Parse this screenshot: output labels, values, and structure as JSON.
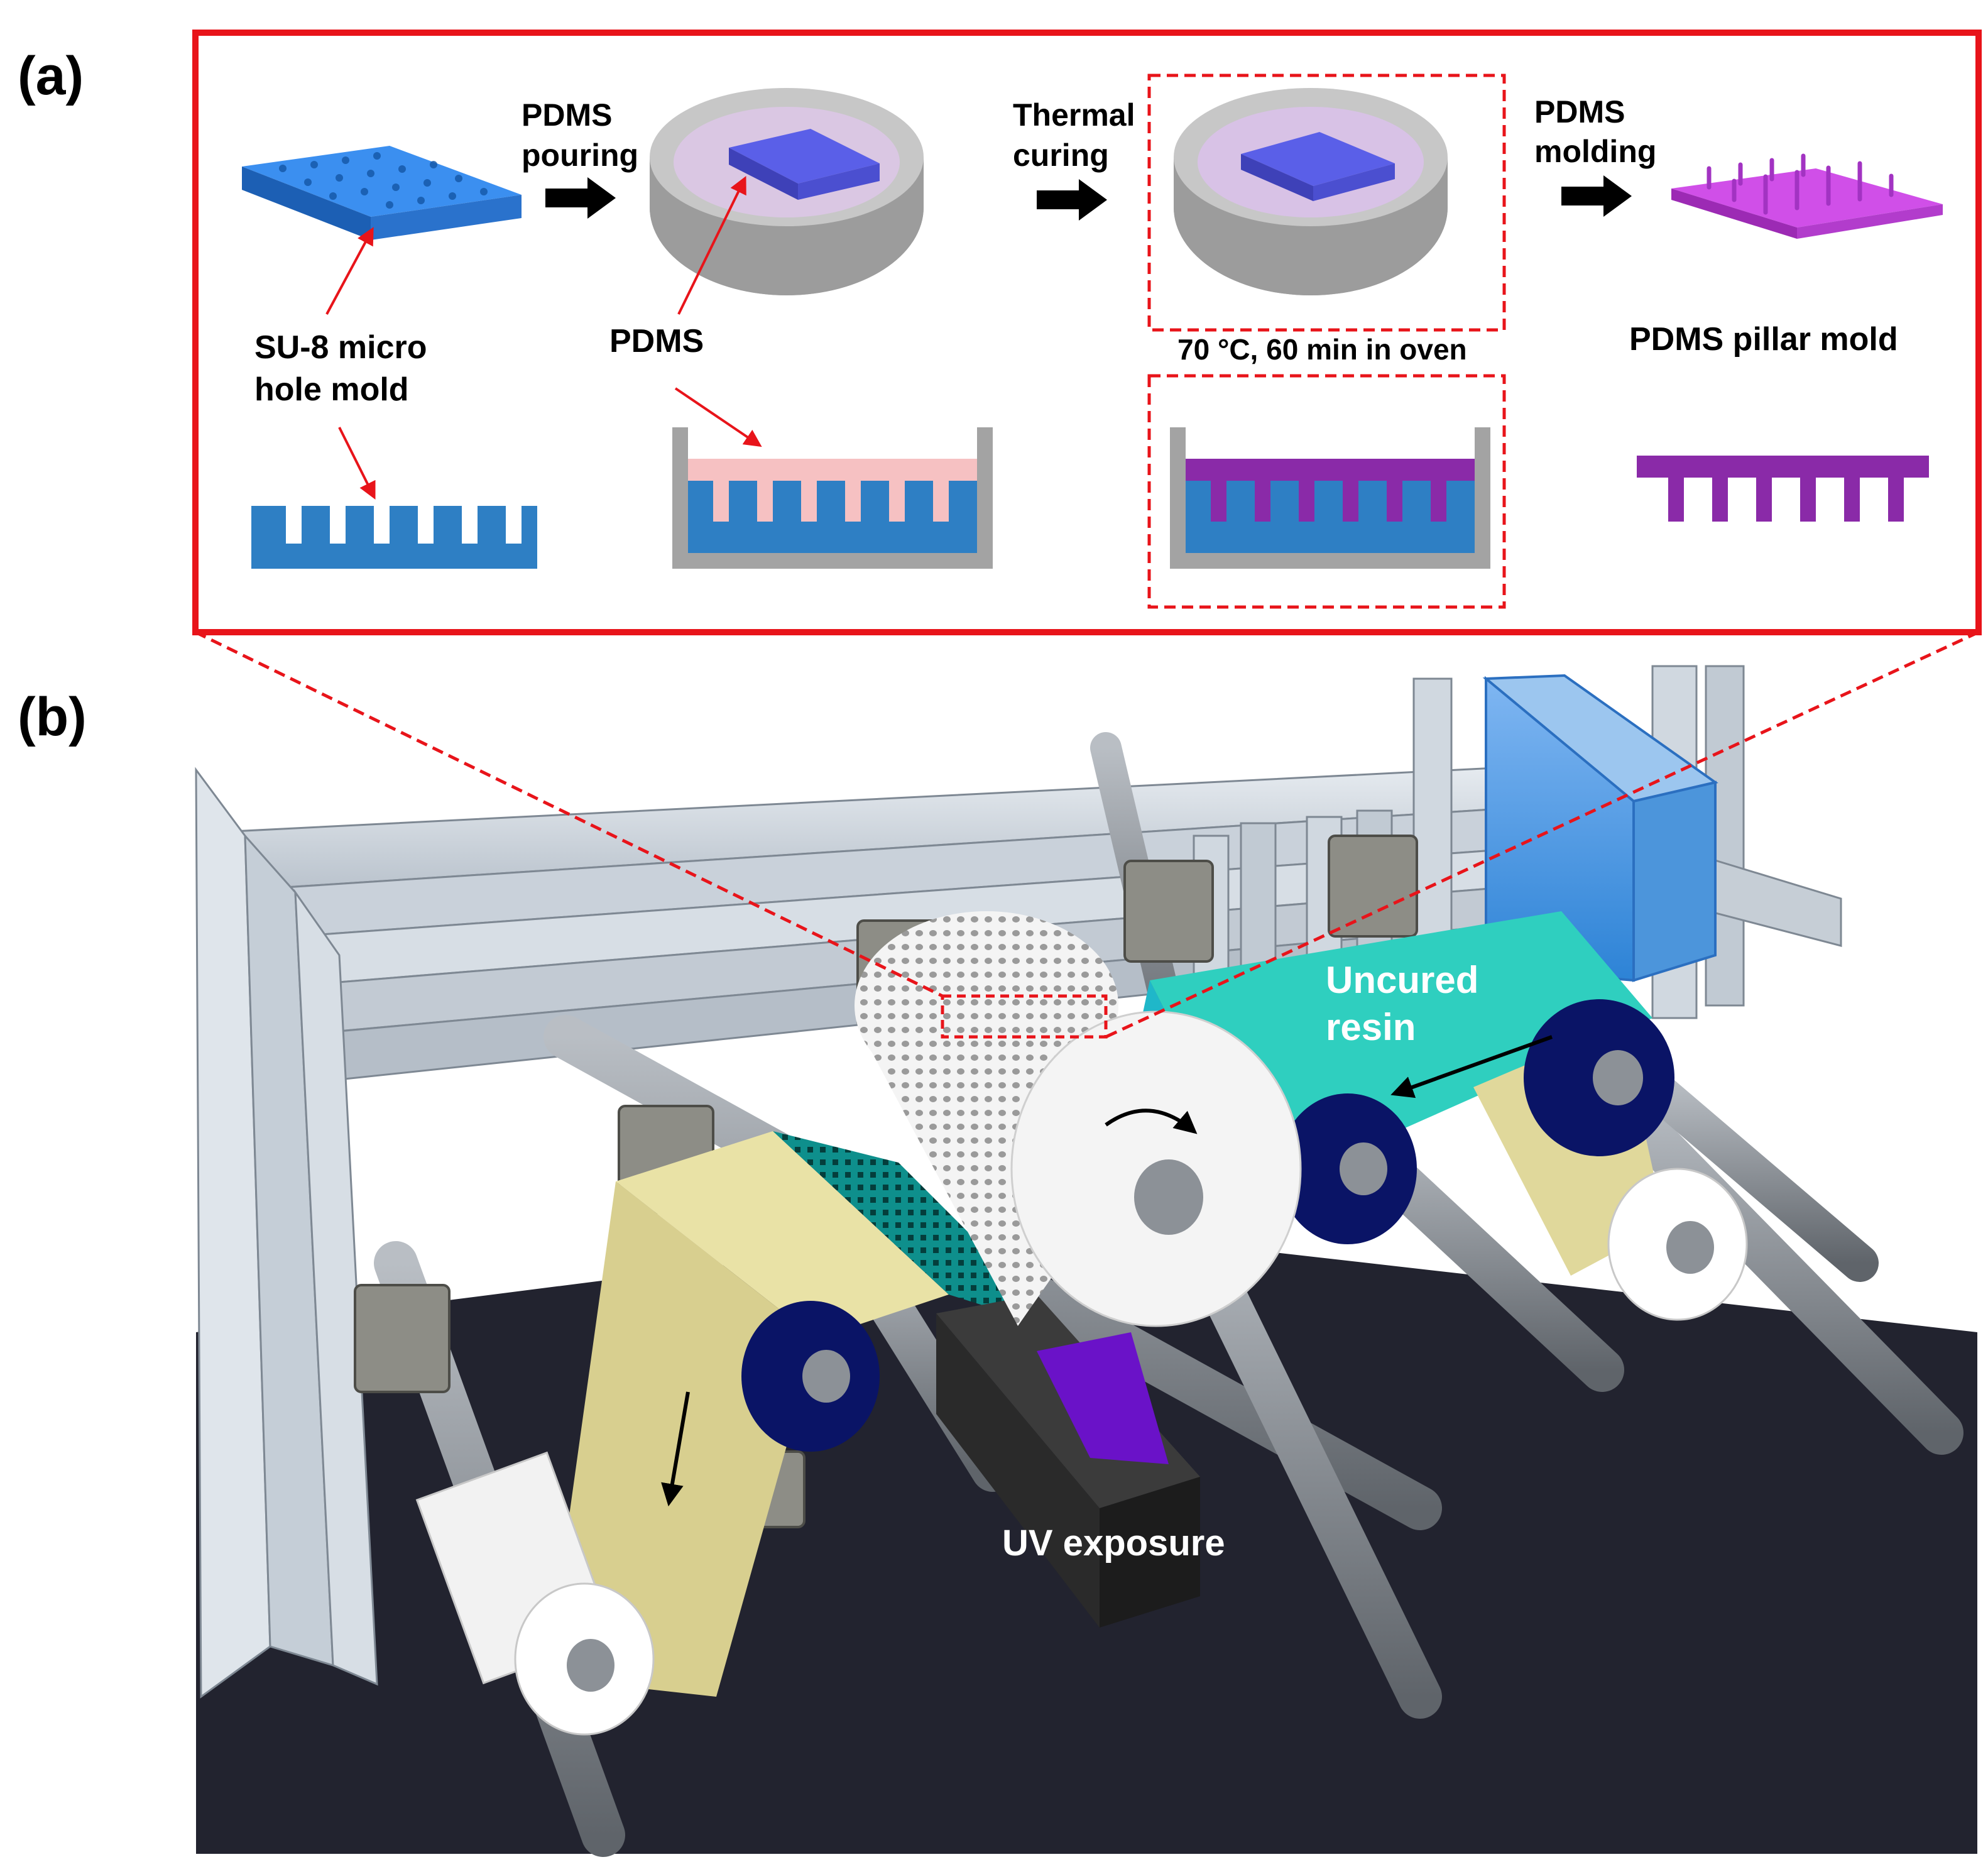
{
  "panels": {
    "a": "(a)",
    "b": "(b)"
  },
  "steps": {
    "arrow1": [
      "PDMS",
      "pouring"
    ],
    "arrow2": [
      "Thermal",
      "curing"
    ],
    "arrow3": [
      "PDMS",
      "molding"
    ]
  },
  "labels": {
    "su8": [
      "SU-8 micro",
      "hole mold"
    ],
    "pdms": "PDMS",
    "oven": "70 °C, 60 min in oven",
    "pillar": "PDMS pillar mold",
    "uncured": [
      "Uncured",
      "resin"
    ],
    "uv": "UV exposure"
  },
  "colors": {
    "frame_red": "#e8141a",
    "mold_blue": "#2e7fc4",
    "pdms_pink": "#f6c1c2",
    "pillar_purple": "#8a2aa8",
    "dish_gray": "#9a9a9a",
    "resin_teal": "#2fcfbf",
    "roller_navy": "#0a1466",
    "film_beige": "#e9e2a6",
    "uv_violet": "#6a12c8",
    "base_dark": "#22232f"
  }
}
